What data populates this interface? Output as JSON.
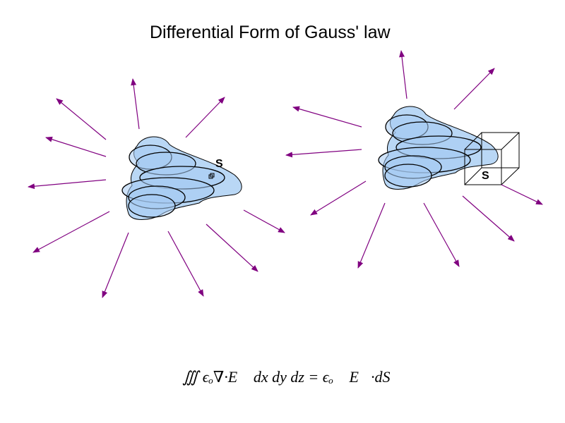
{
  "title": "Differential Form of Gauss' law",
  "left_surface_label": "S",
  "right_surface_label": "S",
  "equation": "∭ ϵₒ∇·E⃗ dx dy dz = ϵₒ∮ E⃗·dS⃗",
  "colors": {
    "arrow": "#800080",
    "fill": "#b9d7f5",
    "fill_dark": "#a6cbf2"
  }
}
